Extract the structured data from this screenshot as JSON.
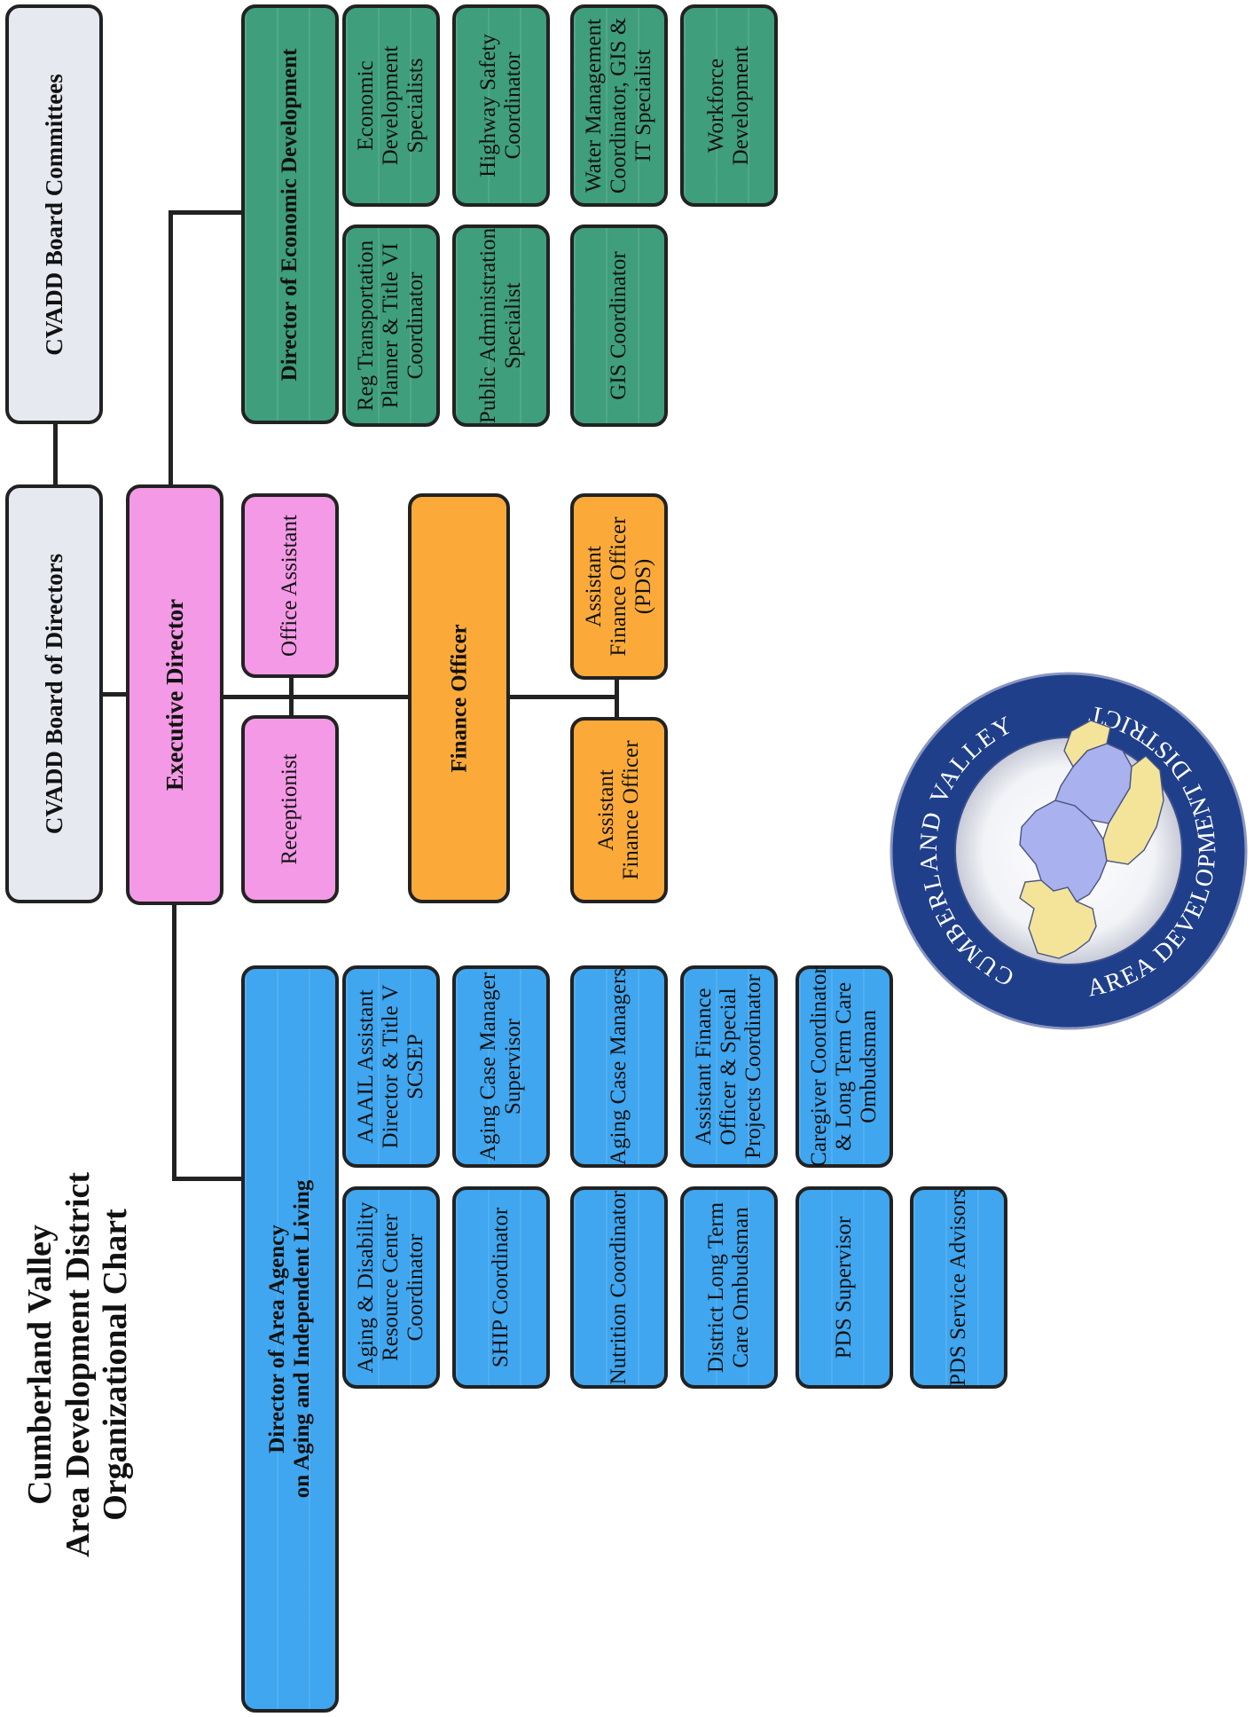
{
  "title": "Cumberland Valley\nArea Development District\nOrganizational Chart",
  "board": {
    "directors": "CVADD Board of Directors",
    "committees": "CVADD Board Committees"
  },
  "executive": {
    "director": "Executive Director",
    "office_assistant": "Office Assistant",
    "receptionist": "Receptionist"
  },
  "finance": {
    "officer": "Finance Officer",
    "assistant_pds": "Assistant\nFinance Officer\n(PDS)",
    "assistant": "Assistant\nFinance Officer"
  },
  "economic": {
    "director": "Director of Economic Development",
    "staff": [
      "Reg Transportation\nPlanner & Title VI\nCoordinator",
      "Economic\nDevelopment\nSpecialists",
      "Public Administration\nSpecialist",
      "Highway Safety\nCoordinator",
      "GIS Coordinator",
      "Water Management\nCoordinator, GIS &\nIT Specialist",
      "Workforce\nDevelopment"
    ]
  },
  "aging": {
    "director": "Director of Area Agency\non Aging and Independent Living",
    "staff": [
      "AAAIL Assistant\nDirector & Title V\nSCSEP",
      "Aging Case Manager\nSupervisor",
      "Aging Case Managers",
      "Assistant Finance\nOfficer & Special\nProjects Coordinator",
      "Caregiver Coordinator\n& Long Term Care\nOmbudsman",
      "Aging & Disability\nResource Center\nCoordinator",
      "SHIP Coordinator",
      "Nutrition Coordinator",
      "District Long Term\nCare Ombudsman",
      "PDS Supervisor",
      "PDS Service Advisors"
    ]
  },
  "seal": {
    "top_text": "CUMBERLAND VALLEY",
    "bottom_text": "AREA DEVELOPMENT DISTRICT"
  },
  "colors": {
    "board": "#e7e9f1",
    "executive": "#f499e6",
    "finance": "#fbaa3a",
    "economic": "#3f9e7c",
    "aging": "#3fa6ef",
    "seal_ring": "#1f3f8a",
    "map_yellow": "#f4e49a",
    "map_blue": "#a9b2ee"
  }
}
